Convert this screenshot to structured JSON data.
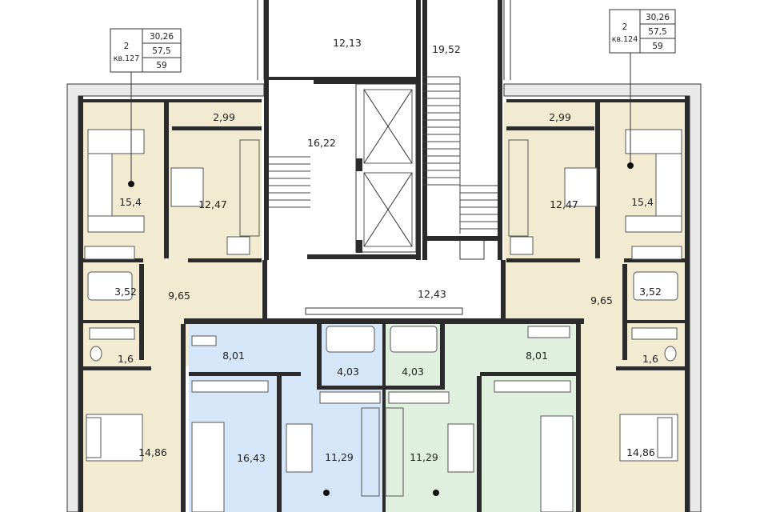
{
  "colors": {
    "beige": "#f3ead2",
    "blue": "#d6e6f9",
    "green": "#dff0df",
    "wall": "#2b2b2b",
    "outer": "#e9e9e9"
  },
  "rooms": {
    "stair_top": "12,13",
    "stair_right": "19,52",
    "lobby_upper": "16,22",
    "corridor": "12,43",
    "l_balcony": "2,99",
    "l_living": "15,4",
    "l_kitchen": "12,47",
    "l_bath": "3,52",
    "l_hall": "9,65",
    "l_wc": "1,6",
    "l_bedroom": "14,86",
    "r_balcony": "2,99",
    "r_living": "15,4",
    "r_kitchen": "12,47",
    "r_bath": "3,52",
    "r_hall": "9,65",
    "r_wc": "1,6",
    "r_bedroom": "14,86",
    "b_hall": "8,01",
    "b_bath": "4,03",
    "b_living": "16,43",
    "b_kitchen": "11,29",
    "g_bath": "4,03",
    "g_hall": "8,01",
    "g_kitchen": "11,29"
  },
  "apartment_tags": {
    "left": {
      "rooms": "2",
      "number": "кв.127",
      "living": "30,26",
      "total": "57,5",
      "third": "59"
    },
    "right": {
      "rooms": "2",
      "number": "кв.124",
      "living": "30,26",
      "total": "57,5",
      "third": "59"
    }
  }
}
